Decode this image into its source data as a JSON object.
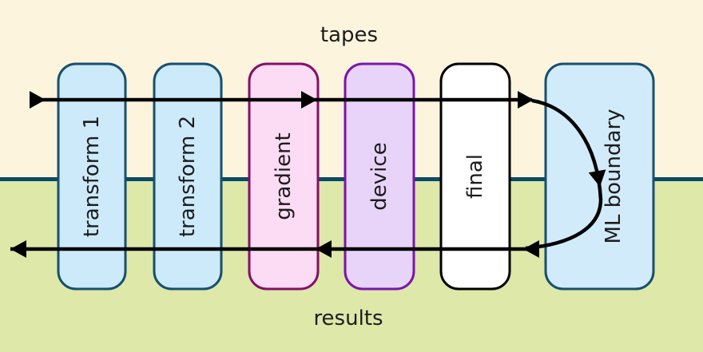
{
  "labels": {
    "top": "tapes",
    "bottom": "results"
  },
  "pills": [
    {
      "label": "transform 1",
      "fill": "#cdeafb",
      "stroke": "#17506e"
    },
    {
      "label": "transform 2",
      "fill": "#cdeafb",
      "stroke": "#17506e"
    },
    {
      "label": "gradient",
      "fill": "#fcdcf4",
      "stroke": "#840f69"
    },
    {
      "label": "device",
      "fill": "#e8d4f8",
      "stroke": "#7a15ad"
    },
    {
      "label": "final",
      "fill": "#ffffff",
      "stroke": "#000000"
    },
    {
      "label": "ML boundary",
      "fill": "#d2ebfa",
      "stroke": "#17506e"
    }
  ],
  "colors": {
    "background_top": "#fdf4de",
    "background_bottom": "#dde8a9",
    "boundary_line": "#0e4965",
    "arrow": "#000000",
    "text": "#1c1c1c"
  }
}
